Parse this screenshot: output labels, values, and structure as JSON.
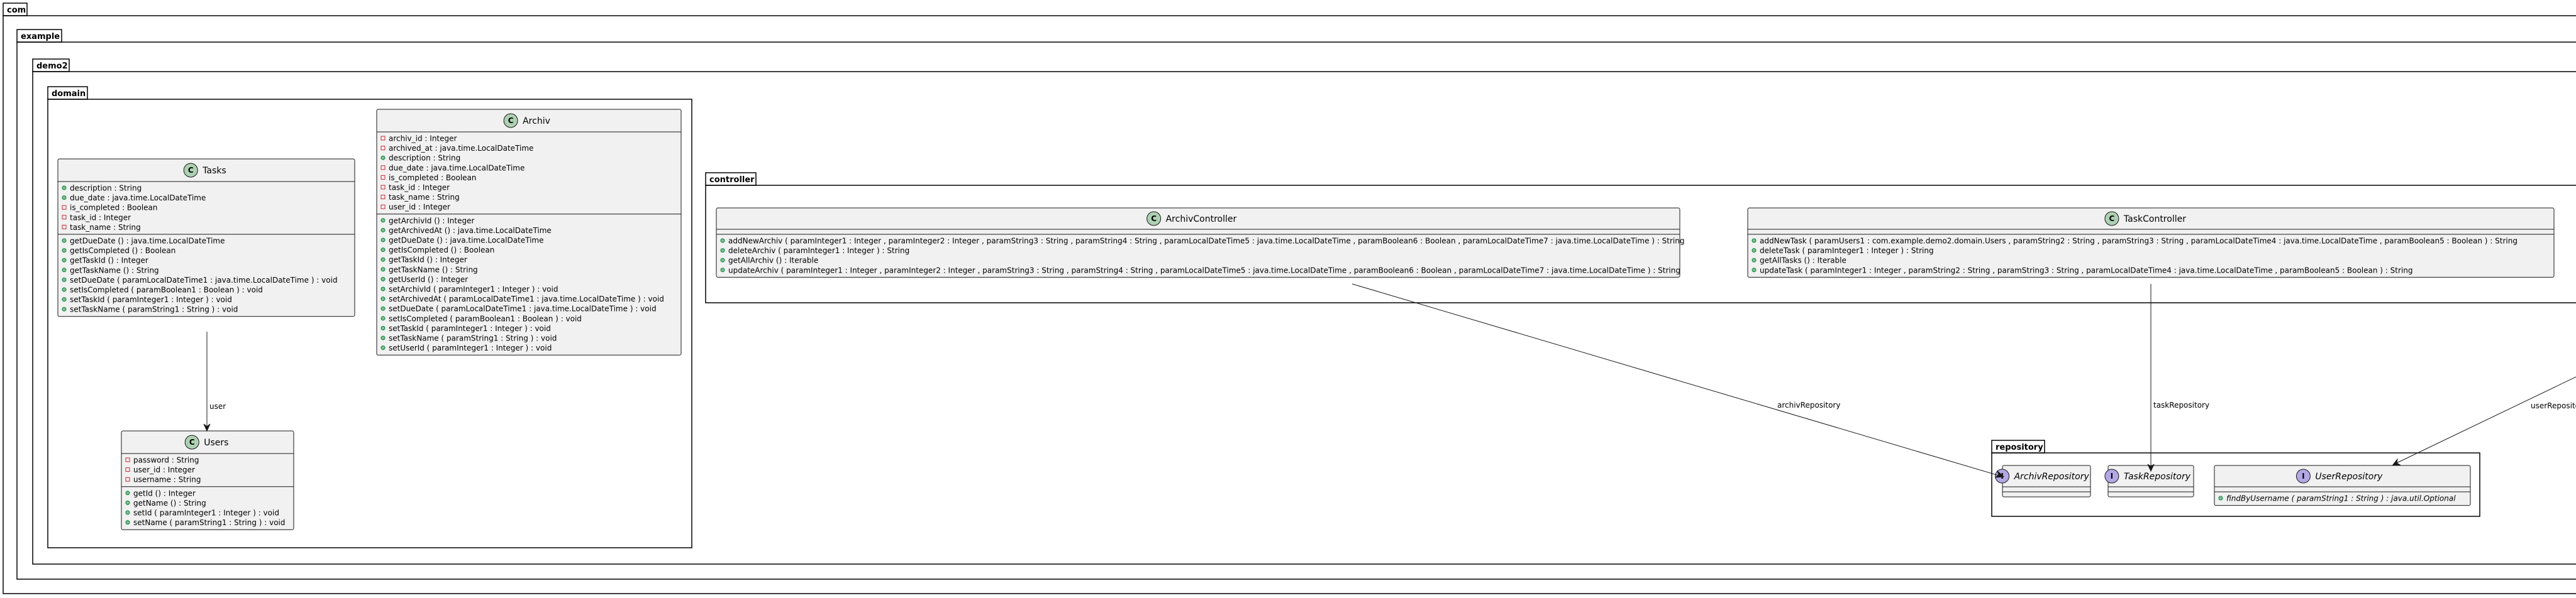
{
  "packages": {
    "com": "com",
    "example": "example",
    "demo2": "demo2",
    "domain": "domain",
    "controller": "controller",
    "repository": "repository"
  },
  "classes": {
    "tasks": {
      "name": "Tasks",
      "fields": [
        {
          "vis": "public",
          "text": "description : String"
        },
        {
          "vis": "public",
          "text": "due_date : java.time.LocalDateTime"
        },
        {
          "vis": "private",
          "text": "is_completed : Boolean"
        },
        {
          "vis": "private",
          "text": "task_id : Integer"
        },
        {
          "vis": "private",
          "text": "task_name : String"
        }
      ],
      "methods": [
        {
          "vis": "public",
          "text": "getDueDate () : java.time.LocalDateTime"
        },
        {
          "vis": "public",
          "text": "getIsCompleted () : Boolean"
        },
        {
          "vis": "public",
          "text": "getTaskId () : Integer"
        },
        {
          "vis": "public",
          "text": "getTaskName () : String"
        },
        {
          "vis": "public",
          "text": "setDueDate ( paramLocalDateTime1 : java.time.LocalDateTime ) : void"
        },
        {
          "vis": "public",
          "text": "setIsCompleted ( paramBoolean1 : Boolean ) : void"
        },
        {
          "vis": "public",
          "text": "setTaskId ( paramInteger1 : Integer ) : void"
        },
        {
          "vis": "public",
          "text": "setTaskName ( paramString1 : String ) : void"
        }
      ]
    },
    "archiv": {
      "name": "Archiv",
      "fields": [
        {
          "vis": "private",
          "text": "archiv_id : Integer"
        },
        {
          "vis": "private",
          "text": "archived_at : java.time.LocalDateTime"
        },
        {
          "vis": "public",
          "text": "description : String"
        },
        {
          "vis": "private",
          "text": "due_date : java.time.LocalDateTime"
        },
        {
          "vis": "private",
          "text": "is_completed : Boolean"
        },
        {
          "vis": "private",
          "text": "task_id : Integer"
        },
        {
          "vis": "private",
          "text": "task_name : String"
        },
        {
          "vis": "private",
          "text": "user_id : Integer"
        }
      ],
      "methods": [
        {
          "vis": "public",
          "text": "getArchivId () : Integer"
        },
        {
          "vis": "public",
          "text": "getArchivedAt () : java.time.LocalDateTime"
        },
        {
          "vis": "public",
          "text": "getDueDate () : java.time.LocalDateTime"
        },
        {
          "vis": "public",
          "text": "getIsCompleted () : Boolean"
        },
        {
          "vis": "public",
          "text": "getTaskId () : Integer"
        },
        {
          "vis": "public",
          "text": "getTaskName () : String"
        },
        {
          "vis": "public",
          "text": "getUserId () : Integer"
        },
        {
          "vis": "public",
          "text": "setArchivId ( paramInteger1 : Integer ) : void"
        },
        {
          "vis": "public",
          "text": "setArchivedAt ( paramLocalDateTime1 : java.time.LocalDateTime ) : void"
        },
        {
          "vis": "public",
          "text": "setDueDate ( paramLocalDateTime1 : java.time.LocalDateTime ) : void"
        },
        {
          "vis": "public",
          "text": "setIsCompleted ( paramBoolean1 : Boolean ) : void"
        },
        {
          "vis": "public",
          "text": "setTaskId ( paramInteger1 : Integer ) : void"
        },
        {
          "vis": "public",
          "text": "setTaskName ( paramString1 : String ) : void"
        },
        {
          "vis": "public",
          "text": "setUserId ( paramInteger1 : Integer ) : void"
        }
      ]
    },
    "users": {
      "name": "Users",
      "fields": [
        {
          "vis": "private",
          "text": "password : String"
        },
        {
          "vis": "private",
          "text": "user_id : Integer"
        },
        {
          "vis": "private",
          "text": "username : String"
        }
      ],
      "methods": [
        {
          "vis": "public",
          "text": "getId () : Integer"
        },
        {
          "vis": "public",
          "text": "getName () : String"
        },
        {
          "vis": "public",
          "text": "setId ( paramInteger1 : Integer ) : void"
        },
        {
          "vis": "public",
          "text": "setName ( paramString1 : String ) : void"
        }
      ]
    },
    "archivController": {
      "name": "ArchivController",
      "fields": [],
      "methods": [
        {
          "vis": "public",
          "text": "addNewArchiv ( paramInteger1 : Integer , paramInteger2 : Integer , paramString3 : String , paramString4 : String , paramLocalDateTime5 : java.time.LocalDateTime , paramBoolean6 : Boolean , paramLocalDateTime7 : java.time.LocalDateTime ) : String"
        },
        {
          "vis": "public",
          "text": "deleteArchiv ( paramInteger1 : Integer ) : String"
        },
        {
          "vis": "public",
          "text": "getAllArchiv () : Iterable"
        },
        {
          "vis": "public",
          "text": "updateArchiv ( paramInteger1 : Integer , paramInteger2 : Integer , paramString3 : String , paramString4 : String , paramLocalDateTime5 : java.time.LocalDateTime , paramBoolean6 : Boolean , paramLocalDateTime7 : java.time.LocalDateTime ) : String"
        }
      ]
    },
    "taskController": {
      "name": "TaskController",
      "fields": [],
      "methods": [
        {
          "vis": "public",
          "text": "addNewTask ( paramUsers1 : com.example.demo2.domain.Users , paramString2 : String , paramString3 : String , paramLocalDateTime4 : java.time.LocalDateTime , paramBoolean5 : Boolean ) : String"
        },
        {
          "vis": "public",
          "text": "deleteTask ( paramInteger1 : Integer ) : String"
        },
        {
          "vis": "public",
          "text": "getAllTasks () : Iterable"
        },
        {
          "vis": "public",
          "text": "updateTask ( paramInteger1 : Integer , paramString2 : String , paramString3 : String , paramLocalDateTime4 : java.time.LocalDateTime , paramBoolean5 : Boolean ) : String"
        }
      ]
    }
  },
  "interfaces": {
    "archivRepository": {
      "name": "ArchivRepository",
      "methods": []
    },
    "taskRepository": {
      "name": "TaskRepository",
      "methods": []
    },
    "userRepository": {
      "name": "UserRepository",
      "methods": [
        {
          "vis": "public",
          "text": "findByUsername ( paramString1 : String ) : java.util.Optional"
        }
      ]
    }
  },
  "badges": {
    "class": "C",
    "interface": "I"
  },
  "relations": {
    "user": "user",
    "archivRepository": "archivRepository",
    "taskRepository": "taskRepository",
    "userRepository": "userRepositor"
  },
  "colors": {
    "class_fill": "#f1f1f1",
    "class_badge": "#add1b2",
    "interface_badge": "#b4a7e5",
    "private_marker": "#c82930",
    "public_marker": "#84be84"
  }
}
